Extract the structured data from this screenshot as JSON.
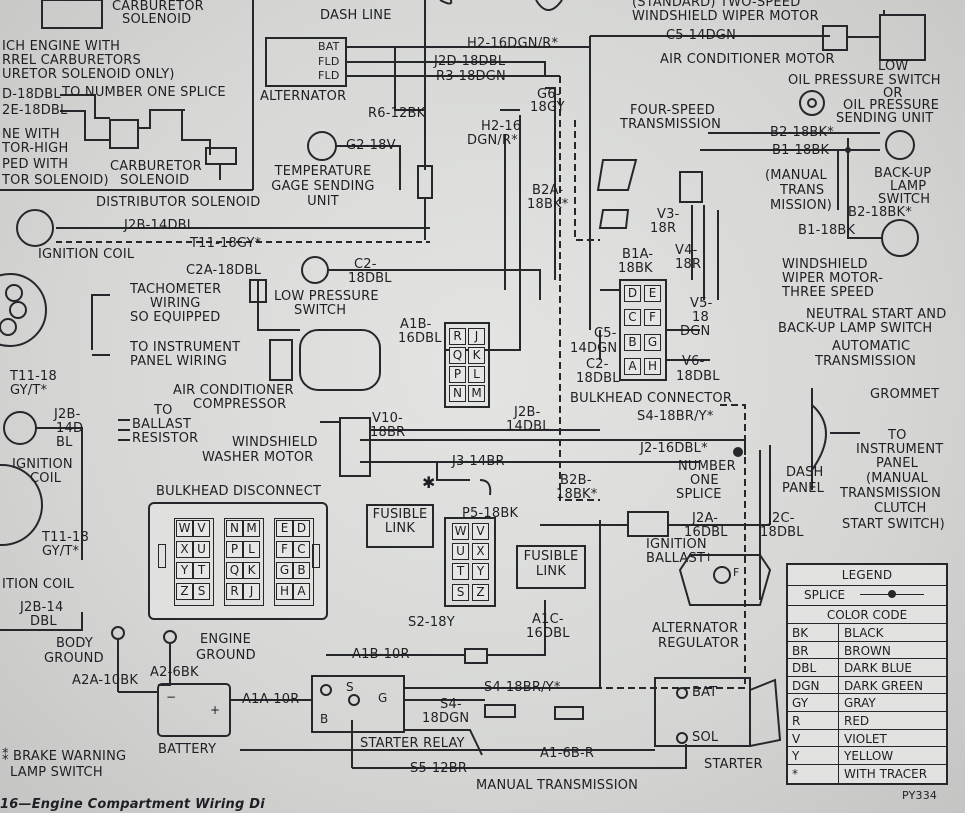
{
  "top_left": {
    "solenoid_carb": "CARBURETOR",
    "solenoid_word": "SOLENOID",
    "engine_with": "ICH ENGINE WITH",
    "barrel_carb": "RREL CARBURETORS",
    "carb_solenoid_only": "URETOR SOLENOID ONLY)",
    "wire_d": "D-18DBL",
    "to_splice": "TO NUMBER ONE SPLICE",
    "wire_e": "2E-18DBL",
    "ne_with": "NE WITH",
    "motor_high": "TOR-HIGH",
    "ped_with": "PED WITH",
    "tor_solenoid": "TOR SOLENOID)",
    "carb_solenoid_1": "CARBURETOR",
    "carb_solenoid_2": "SOLENOID",
    "distributor_solenoid": "DISTRIBUTOR SOLENOID"
  },
  "labels": {
    "dash_line": "DASH LINE",
    "alternator": "ALTERNATOR",
    "bat": "BAT",
    "fld1": "FLD",
    "fld2": "FLD",
    "j2d": "J2D-18DBL",
    "r3": "R3-18DGN",
    "h2_top": "H2-16DGN/R*",
    "r6": "R6-12BK",
    "g2": "G2-18V",
    "temp_gage_1": "TEMPERATURE",
    "temp_gage_2": "GAGE SENDING",
    "temp_gage_3": "UNIT",
    "h2_mid_1": "H2-16",
    "h2_mid_2": "DGN/R*",
    "g6_1": "G6-",
    "g6_2": "18GY",
    "c5_top": "C5-14DGN",
    "wiper_top_1": "(STANDARD) TWO-SPEED",
    "wiper_top_2": "WINDSHIELD WIPER MOTOR",
    "ac_motor": "AIR CONDITIONER MOTOR",
    "low": "LOW",
    "oil_switch": "OIL PRESSURE SWITCH",
    "or": "OR",
    "oil_sending_1": "OIL PRESSURE",
    "oil_sending_2": "SENDING UNIT",
    "four_speed_1": "FOUR-SPEED",
    "four_speed_2": "TRANSMISSION",
    "b2_bk": "B2-18BK*",
    "b1_bk": "B1-18BK",
    "manual_trans_1": "(MANUAL",
    "manual_trans_2": "TRANS",
    "manual_trans_3": "MISSION)",
    "backup_1": "BACK-UP",
    "backup_2": "LAMP",
    "backup_3": "SWITCH",
    "b2_bk2": "B2-18BK*",
    "b1_bk2": "B1-18BK",
    "b2a_1": "B2A-",
    "b2a_2": "18BK*",
    "v3_1": "V3-",
    "v3_2": "18R",
    "v4_1": "V4-",
    "v4_2": "18R",
    "b1a_1": "B1A-",
    "b1a_2": "18BK",
    "v5_1": "V5-",
    "v5_2": "18",
    "v5_3": "DGN",
    "wiper_3spd_1": "WINDSHIELD",
    "wiper_3spd_2": "WIPER MOTOR-",
    "wiper_3spd_3": "THREE SPEED",
    "neutral_1": "NEUTRAL START AND",
    "neutral_2": "BACK-UP LAMP SWITCH",
    "neutral_3": "AUTOMATIC",
    "neutral_4": "TRANSMISSION",
    "j2b_top": "J2B-14DBL",
    "t11_top": "T11-18GY*",
    "ignition_coil_top": "IGNITION COIL",
    "c2a": "C2A-18DBL",
    "c2_1": "C2-",
    "c2_2": "18DBL",
    "tach_1": "TACHOMETER",
    "tach_2": "WIRING",
    "tach_3": "SO EQUIPPED",
    "low_press_1": "LOW PRESSURE",
    "low_press_2": "SWITCH",
    "a1b_1": "A1B-",
    "a1b_2": "16DBL",
    "to_instr_1": "TO INSTRUMENT",
    "to_instr_2": "PANEL WIRING",
    "t11_mid_1": "T11-18",
    "t11_mid_2": "GY/T*",
    "ac_comp_1": "AIR CONDITIONER",
    "ac_comp_2": "COMPRESSOR",
    "j2b_mid_1": "J2B-",
    "j2b_mid_2": "14D",
    "j2b_mid_3": "BL",
    "to_ballast_1": "TO",
    "to_ballast_2": "BALLAST",
    "to_ballast_3": "RESISTOR",
    "v10_1": "V10-",
    "v10_2": "18BR",
    "washer_1": "WINDSHIELD",
    "washer_2": "WASHER MOTOR",
    "ign_coil_mid_1": "IGNITION",
    "ign_coil_mid_2": "COIL",
    "c5_mid_1": "C5-",
    "c5_mid_2": "14DGN",
    "c2_mid_1": "C2-",
    "c2_mid_2": "18DBL",
    "v6_1": "V6-",
    "v6_2": "18DBL",
    "bulkhead_conn": "BULKHEAD CONNECTOR",
    "s4_top": "S4-18BR/Y*",
    "grommet": "GROMMET",
    "j2b_lower_1": "J2B-",
    "j2b_lower_2": "14DBL",
    "j2_16": "J2-16DBL*",
    "number_one_1": "NUMBER",
    "number_one_2": "ONE",
    "number_one_3": "SPLICE",
    "to_instr_panel_1": "TO",
    "to_instr_panel_2": "INSTRUMENT",
    "to_instr_panel_3": "PANEL",
    "to_instr_panel_4": "(MANUAL",
    "to_instr_panel_5": "TRANSMISSION",
    "to_instr_panel_6": "CLUTCH",
    "to_instr_panel_7": "START SWITCH)",
    "dash_panel_1": "DASH",
    "dash_panel_2": "PANEL",
    "j3": "J3-14BR",
    "bulkhead_disconnect": "BULKHEAD DISCONNECT",
    "b2b_1": "B2B-",
    "b2b_2": "18BK*",
    "fusible_1a": "FUSIBLE",
    "fusible_1b": "LINK",
    "p5": "P5-18BK",
    "j2a_1": "J2A-",
    "j2a_2": "16DBL",
    "ign_ballast_1": "IGNITION",
    "ign_ballast_2": "BALLAST",
    "j2c_1": "J2C-",
    "j2c_2": "18DBL",
    "t11_low_1": "T11-18",
    "t11_low_2": "GY/T*",
    "ign_coil_low": "ITION COIL",
    "j2b_low_1": "J2B-14",
    "j2b_low_2": "DBL",
    "fusible_2a": "FUSIBLE",
    "fusible_2b": "LINK",
    "s2": "S2-18Y",
    "a1c_1": "A1C-",
    "a1c_2": "16DBL",
    "alt_reg_1": "ALTERNATOR",
    "alt_reg_2": "REGULATOR",
    "body_ground_1": "BODY",
    "body_ground_2": "GROUND",
    "engine_ground_1": "ENGINE",
    "engine_ground_2": "GROUND",
    "a1b_10r": "A1B-10R",
    "a2a": "A2A-10BK",
    "a2": "A2-6BK",
    "a1a": "A1A-10R",
    "s4_low": "S4-18BR/Y*",
    "s4_dgn_1": "S4-",
    "s4_dgn_2": "18DGN",
    "battery": "BATTERY",
    "starter_relay": "STARTER RELAY",
    "a1_6b": "A1-6B-R",
    "s5": "S5-12BR",
    "brake_1": "BRAKE WARNING",
    "brake_2": "LAMP SWITCH",
    "manual_transmission": "MANUAL TRANSMISSION",
    "starter": "STARTER",
    "bat_term": "BAT",
    "sol_term": "SOL",
    "relay_s": "S",
    "relay_g": "G",
    "relay_b": "B",
    "reg_i": "I",
    "reg_f": "F",
    "py334": "PY334",
    "caption": "16—Engine Compartment Wiring Di"
  },
  "connector_bulk_big": [
    "D",
    "E",
    "C",
    "F",
    "B",
    "G",
    "A",
    "H"
  ],
  "connector_small_top": [
    "R",
    "J",
    "Q",
    "K",
    "P",
    "L",
    "N",
    "M"
  ],
  "connector_small_low": [
    "W",
    "V",
    "U",
    "X",
    "T",
    "Y",
    "S",
    "Z"
  ],
  "bulkhead_disconnect_grid": {
    "col1": [
      "W",
      "V",
      "X",
      "U",
      "Y",
      "T",
      "Z",
      "S"
    ],
    "col2": [
      "N",
      "M",
      "P",
      "L",
      "Q",
      "K",
      "R",
      "J"
    ],
    "col3": [
      "E",
      "D",
      "F",
      "C",
      "G",
      "B",
      "H",
      "A"
    ]
  },
  "legend": {
    "title": "LEGEND",
    "splice": "SPLICE",
    "color_code": "COLOR CODE",
    "rows": [
      {
        "code": "BK",
        "desc": "BLACK"
      },
      {
        "code": "BR",
        "desc": "BROWN"
      },
      {
        "code": "DBL",
        "desc": "DARK BLUE"
      },
      {
        "code": "DGN",
        "desc": "DARK GREEN"
      },
      {
        "code": "GY",
        "desc": "GRAY"
      },
      {
        "code": "R",
        "desc": "RED"
      },
      {
        "code": "V",
        "desc": "VIOLET"
      },
      {
        "code": "Y",
        "desc": "YELLOW"
      },
      {
        "code": "*",
        "desc": "WITH TRACER"
      }
    ]
  },
  "colors": {
    "ink": "#1e1f24",
    "paper": "#dcdddb",
    "legend_bg": "#e2e3e1"
  }
}
